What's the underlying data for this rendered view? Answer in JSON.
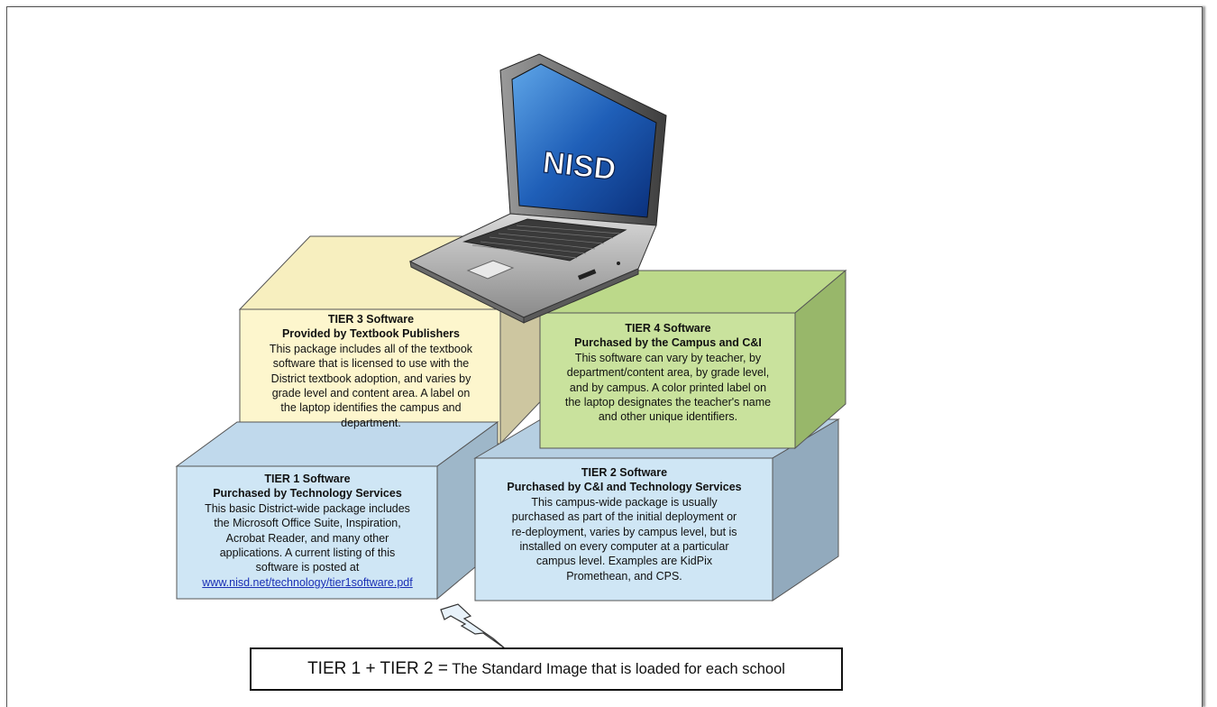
{
  "laptop": {
    "screen_label": "NISD"
  },
  "tier3": {
    "title": "TIER 3 Software",
    "subtitle": "Provided by Textbook Publishers",
    "lines": [
      "This package includes all of the textbook",
      "software that is licensed to use with the",
      "District textbook adoption, and varies by",
      "grade level and content area.  A label on",
      "the laptop identifies the campus and",
      "department."
    ]
  },
  "tier4": {
    "title": "TIER 4 Software",
    "subtitle": "Purchased by the Campus and C&I",
    "lines": [
      "This software can vary by teacher,  by",
      "department/content area, by grade level,",
      "and by campus.  A color printed label on",
      "the laptop designates the teacher's name",
      "and other unique identifiers."
    ]
  },
  "tier1": {
    "title": "TIER 1 Software",
    "subtitle": "Purchased by Technology Services",
    "lines": [
      "This basic District-wide package includes",
      "the Microsoft Office Suite, Inspiration,",
      "Acrobat Reader, and many other",
      "applications.  A current listing of this",
      "software is posted at"
    ],
    "link": "www.nisd.net/technology/tier1software.pdf"
  },
  "tier2": {
    "title": "TIER 2 Software",
    "subtitle": "Purchased by C&I and Technology Services",
    "lines": [
      "This campus-wide package is usually",
      "purchased as part of the initial deployment or",
      "re-deployment, varies by campus level, but is",
      "installed on every computer at a particular",
      "campus level. Examples are KidPix",
      "Promethean, and CPS."
    ]
  },
  "summary": {
    "equation": "TIER 1 + TIER 2 =",
    "text": " The Standard Image that is loaded for each school"
  },
  "colors": {
    "tier3_front": "#fdf6cd",
    "tier3_top": "#f7efbf",
    "tier3_side": "#cdc6a0",
    "tier4_front": "#c9e29d",
    "tier4_top": "#bcd98a",
    "tier4_side": "#98b76a",
    "tier1_front": "#cfe6f5",
    "tier1_top": "#c0d9ec",
    "tier1_side": "#9eb7c9",
    "tier2_front": "#cfe6f5",
    "tier2_top": "#b6cfe2",
    "tier2_side": "#92aabd",
    "screen_blue": "#1f5fb8",
    "link": "#1a2fb5"
  }
}
